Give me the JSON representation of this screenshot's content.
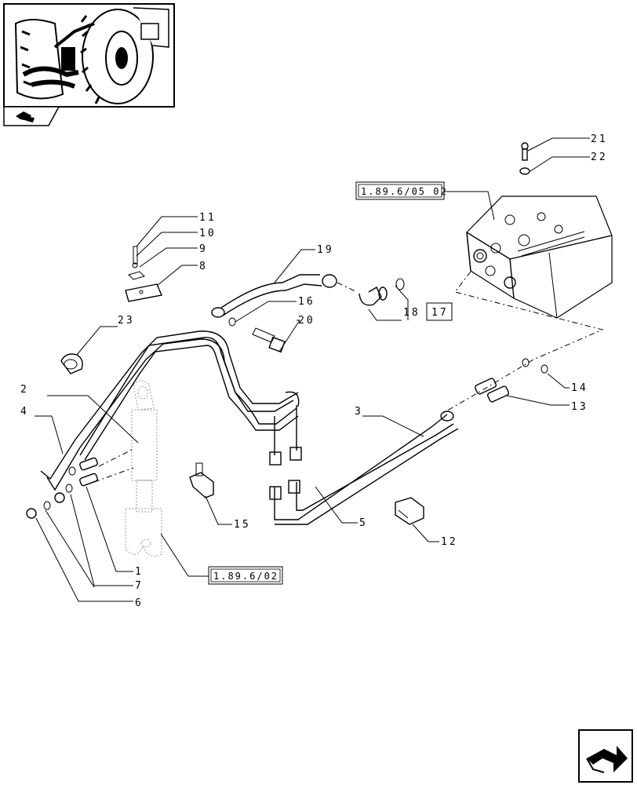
{
  "callouts": [
    {
      "id": "c1",
      "text": "1"
    },
    {
      "id": "c2",
      "text": "2"
    },
    {
      "id": "c3",
      "text": "3"
    },
    {
      "id": "c4",
      "text": "4"
    },
    {
      "id": "c5",
      "text": "5"
    },
    {
      "id": "c6",
      "text": "6"
    },
    {
      "id": "c7",
      "text": "7"
    },
    {
      "id": "c8",
      "text": "8"
    },
    {
      "id": "c9",
      "text": "9"
    },
    {
      "id": "c10",
      "text": "10"
    },
    {
      "id": "c11",
      "text": "11"
    },
    {
      "id": "c12",
      "text": "12"
    },
    {
      "id": "c13",
      "text": "13"
    },
    {
      "id": "c14",
      "text": "14"
    },
    {
      "id": "c15",
      "text": "15"
    },
    {
      "id": "c16",
      "text": "16"
    },
    {
      "id": "c17",
      "text": "17"
    },
    {
      "id": "c18",
      "text": "18"
    },
    {
      "id": "c19",
      "text": "19"
    },
    {
      "id": "c20",
      "text": "20"
    },
    {
      "id": "c21",
      "text": "21"
    },
    {
      "id": "c22",
      "text": "22"
    },
    {
      "id": "c23",
      "text": "23"
    }
  ],
  "references": {
    "valve_block": "1.89.6/05 02",
    "cylinder": "1.89.6/02"
  },
  "icons": [
    "tractor-thumbnail-icon",
    "book-arrow-icon",
    "navigation-arrow-icon"
  ]
}
